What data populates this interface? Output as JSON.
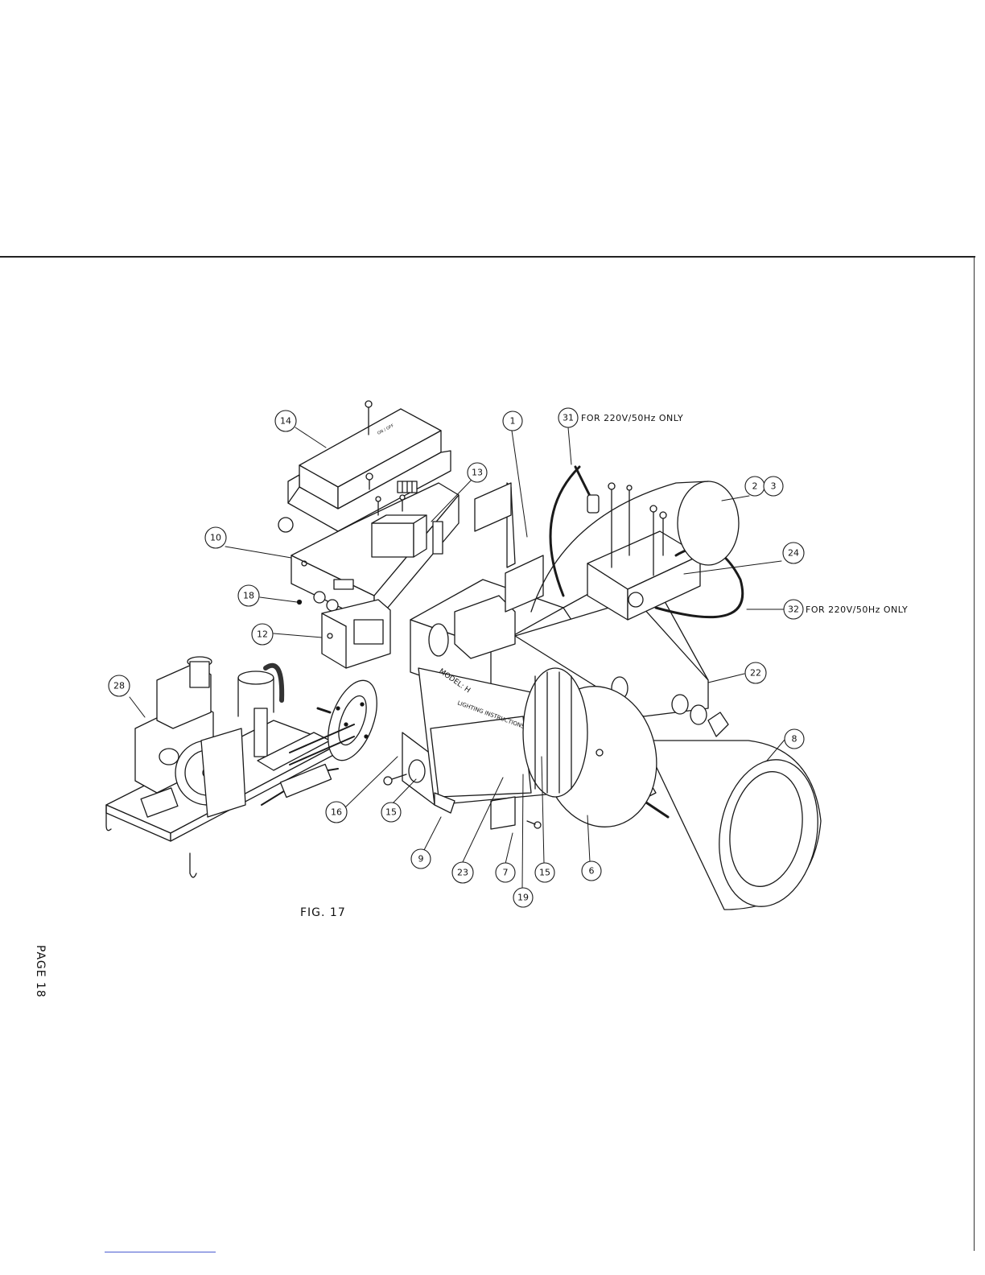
{
  "figure": {
    "label": "FIG. 17"
  },
  "page": {
    "label": "PAGE 18"
  },
  "notes": {
    "note_31": "FOR 220V/50Hz ONLY",
    "note_32": "FOR 220V/50Hz ONLY"
  },
  "callouts": [
    {
      "id": "c14",
      "text": "14"
    },
    {
      "id": "c1",
      "text": "1"
    },
    {
      "id": "c31",
      "text": "31"
    },
    {
      "id": "c13",
      "text": "13"
    },
    {
      "id": "c2",
      "text": "2"
    },
    {
      "id": "c3",
      "text": "3"
    },
    {
      "id": "c10",
      "text": "10"
    },
    {
      "id": "c24",
      "text": "24"
    },
    {
      "id": "c18",
      "text": "18"
    },
    {
      "id": "c32",
      "text": "32"
    },
    {
      "id": "c12",
      "text": "12"
    },
    {
      "id": "c22",
      "text": "22"
    },
    {
      "id": "c28",
      "text": "28"
    },
    {
      "id": "c8",
      "text": "8"
    },
    {
      "id": "c16",
      "text": "16"
    },
    {
      "id": "c15a",
      "text": "15"
    },
    {
      "id": "c9",
      "text": "9"
    },
    {
      "id": "c23",
      "text": "23"
    },
    {
      "id": "c7",
      "text": "7"
    },
    {
      "id": "c15b",
      "text": "15"
    },
    {
      "id": "c6",
      "text": "6"
    },
    {
      "id": "c19",
      "text": "19"
    }
  ]
}
